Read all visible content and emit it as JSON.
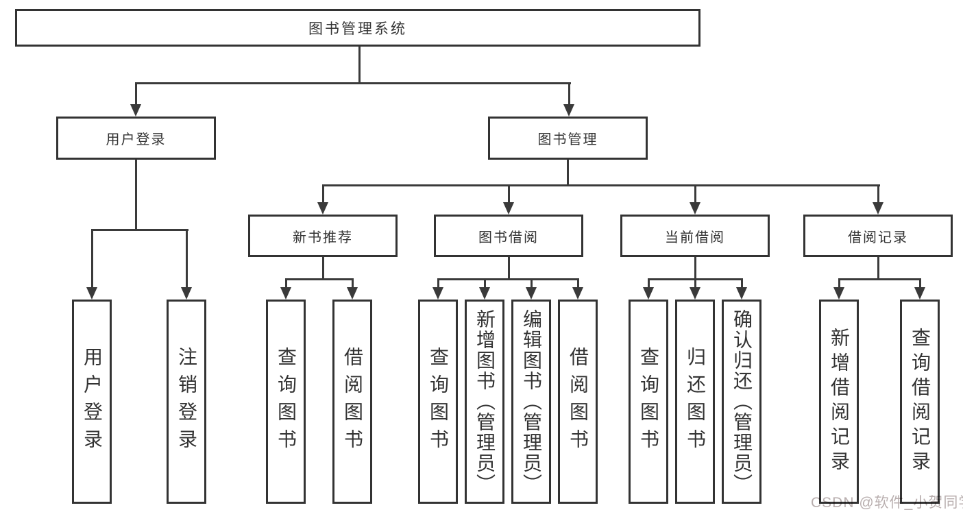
{
  "diagram": {
    "root": {
      "label": "图书管理系统"
    },
    "user_login": {
      "label": "用户登录",
      "children": [
        {
          "label": "用户登录"
        },
        {
          "label": "注销登录"
        }
      ]
    },
    "book_management": {
      "label": "图书管理",
      "new_book_recommend": {
        "label": "新书推荐",
        "children": [
          {
            "label": "查询图书"
          },
          {
            "label": "借阅图书"
          }
        ]
      },
      "book_borrowing": {
        "label": "图书借阅",
        "children": [
          {
            "label": "查询图书"
          },
          {
            "label": "新增图书（管理员）"
          },
          {
            "label": "编辑图书（管理员）"
          },
          {
            "label": "借阅图书"
          }
        ]
      },
      "current_borrowing": {
        "label": "当前借阅",
        "children": [
          {
            "label": "查询图书"
          },
          {
            "label": "归还图书"
          },
          {
            "label": "确认归还（管理员）"
          }
        ]
      },
      "borrowing_records": {
        "label": "借阅记录",
        "children": [
          {
            "label": "新增借阅记录"
          },
          {
            "label": "查询借阅记录"
          }
        ]
      }
    },
    "colors": {
      "line": "#3a3a3a",
      "box_border": "#333333",
      "text": "#333333",
      "watermark": "#b8aeae"
    },
    "watermark": {
      "text": "CSDN @软件_小贺同学"
    }
  }
}
